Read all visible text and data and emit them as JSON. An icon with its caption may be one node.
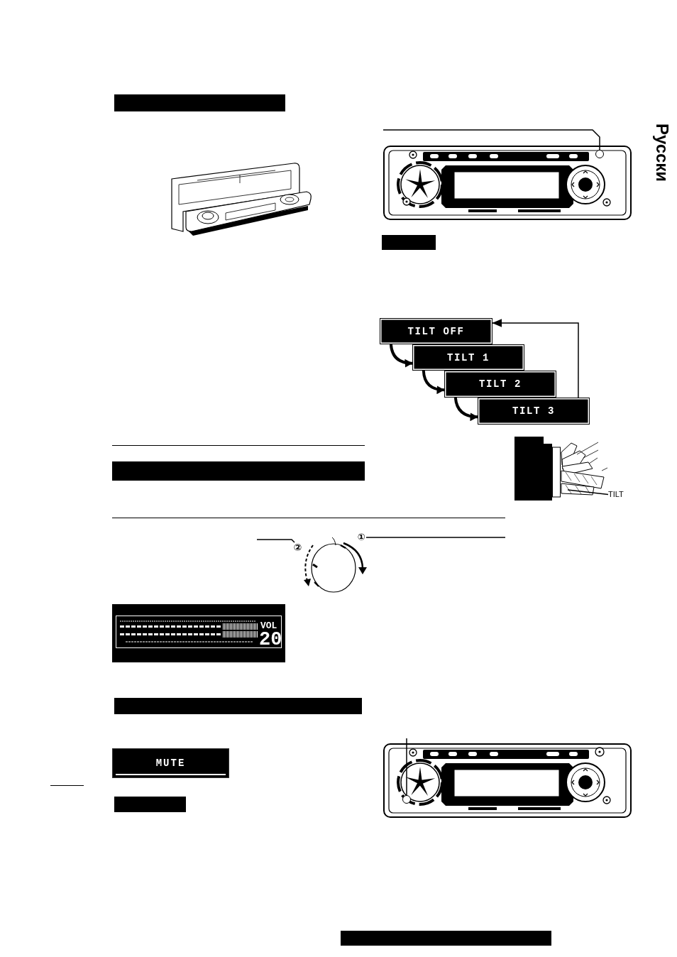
{
  "diagram": {
    "nodes": [
      {
        "text": [],
        "shape": "bar"
      },
      {
        "text": [],
        "shape": "circle"
      },
      {
        "text": [],
        "shape": "bar"
      },
      {
        "text": [
          "TILT OFF"
        ]
      },
      {
        "text": [
          "TILT 1"
        ]
      },
      {
        "text": [
          "TILT 2"
        ]
      },
      {
        "text": [
          "TILT 3"
        ]
      },
      {
        "text": [],
        "shape": "bar"
      },
      {
        "text": [
          "TILT"
        ]
      },
      {
        "text": [
          "①"
        ]
      },
      {
        "text": [
          "②"
        ]
      },
      {
        "text": [
          "VOL",
          "20"
        ]
      },
      {
        "text": [],
        "shape": "bar"
      },
      {
        "text": [
          "MUTE"
        ]
      },
      {
        "text": [],
        "shape": "bar"
      },
      {
        "text": [],
        "shape": "circle"
      },
      {
        "text": [],
        "shape": "bar"
      }
    ],
    "edges": [
      {
        "from": 3,
        "to": 4,
        "arrow": "to",
        "style": "thick"
      },
      {
        "from": 4,
        "to": 5,
        "arrow": "to",
        "style": "thick"
      },
      {
        "from": 5,
        "to": 6,
        "arrow": "to",
        "style": "thick"
      },
      {
        "from": 6,
        "to": 3,
        "arrow": "to"
      },
      {
        "from": null,
        "to": 1,
        "arrow": "none"
      },
      {
        "from": 8,
        "to": null,
        "arrow": "none"
      },
      {
        "from": 9,
        "to": null,
        "arrow": "none"
      },
      {
        "from": null,
        "to": 10,
        "arrow": "none"
      },
      {
        "from": null,
        "to": 15,
        "arrow": "none"
      }
    ],
    "labels": [
      "Русски"
    ]
  }
}
